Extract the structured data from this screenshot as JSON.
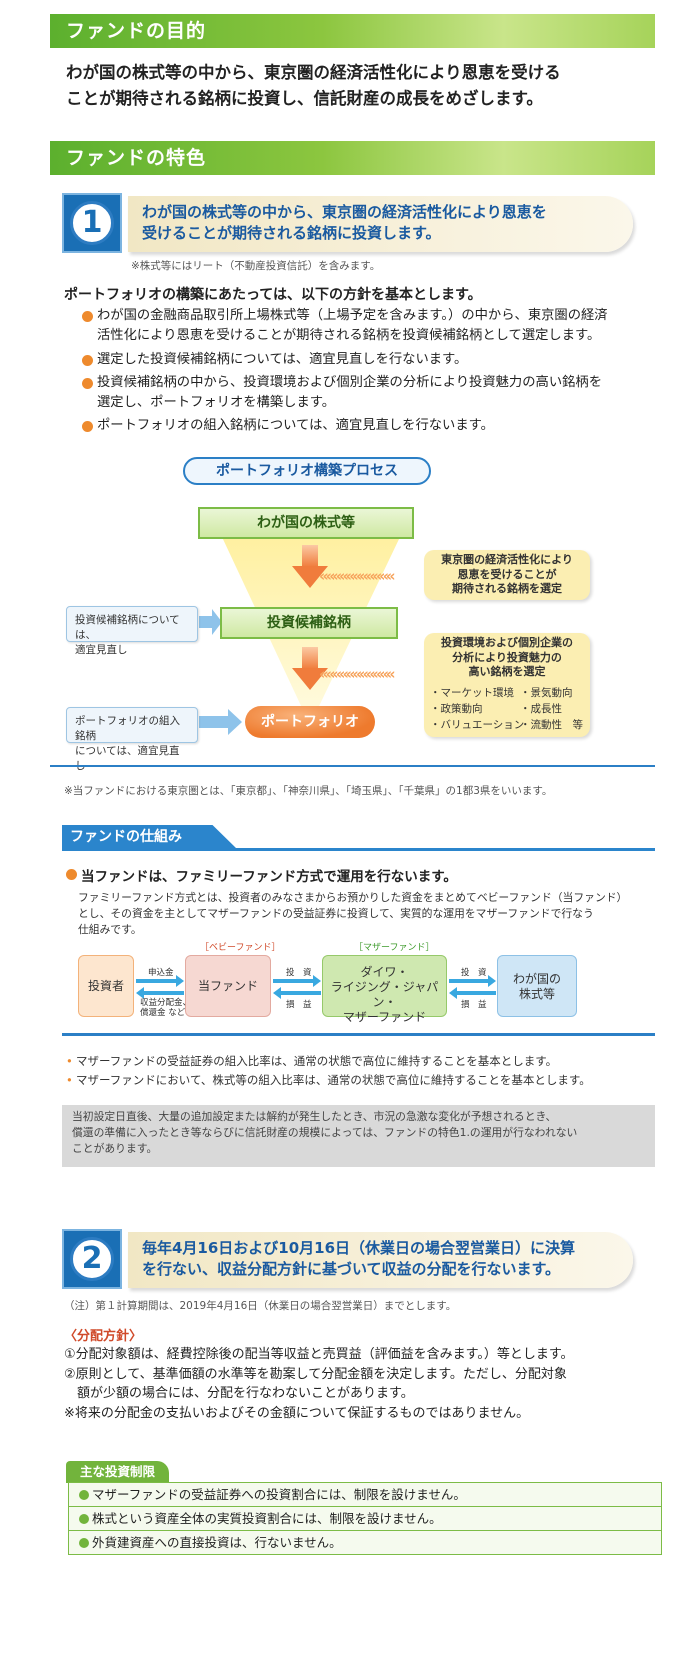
{
  "purpose": {
    "heading": "ファンドの目的",
    "line1": "わが国の株式等の中から、東京圏の経済活性化により恩恵を受ける",
    "line2": "ことが期待される銘柄に投資し、信託財産の成長をめざします。"
  },
  "features": {
    "heading": "ファンドの特色",
    "f1": {
      "number": "1",
      "line1": "わが国の株式等の中から、東京圏の経済活性化により恩恵を",
      "line2": "受けることが期待される銘柄に投資します。",
      "note": "※株式等にはリート（不動産投資信託）を含みます。"
    },
    "policy_title": "ポートフォリオの構築にあたっては、以下の方針を基本とします。",
    "bullets": [
      {
        "l1": "わが国の金融商品取引所上場株式等（上場予定を含みます。）の中から、東京圏の経済",
        "l2": "活性化により恩恵を受けることが期待される銘柄を投資候補銘柄として選定します。"
      },
      {
        "l1": "選定した投資候補銘柄については、適宜見直しを行ないます。",
        "l2": ""
      },
      {
        "l1": "投資候補銘柄の中から、投資環境および個別企業の分析により投資魅力の高い銘柄を",
        "l2": "選定し、ポートフォリオを構築します。"
      },
      {
        "l1": "ポートフォリオの組入銘柄については、適宜見直しを行ないます。",
        "l2": ""
      }
    ]
  },
  "process": {
    "title": "ポートフォリオ構築プロセス",
    "stage1": "わが国の株式等",
    "stage2": "投資候補銘柄",
    "stage3": "ポートフォリオ",
    "side1": {
      "l1": "東京圏の経済活性化により",
      "l2": "恩恵を受けることが",
      "l3": "期待される銘柄を選定"
    },
    "side2": {
      "l1": "投資環境および個別企業の",
      "l2": "分析により投資魅力の",
      "l3": "高い銘柄を選定"
    },
    "factors": [
      "・マーケット環境",
      "・景気動向",
      "・政策動向",
      "・成長性",
      "・バリュエーション",
      "・流動性　等"
    ],
    "left1": {
      "l1": "投資候補銘柄については、",
      "l2": "適宜見直し"
    },
    "left2": {
      "l1": "ポートフォリオの組入銘柄",
      "l2": "については、適宜見直し"
    }
  },
  "tokyo_note": "※当ファンドにおける東京圏とは、「東京都」、「神奈川県」、「埼玉県」、「千葉県」の1都3県をいいます。",
  "mechanism": {
    "tab": "ファンドの仕組み",
    "lead": "当ファンドは、ファミリーファンド方式で運用を行ないます。",
    "desc1": "ファミリーファンド方式とは、投資者のみなさまからお預かりした資金をまとめてベビーファンド（当ファンド）",
    "desc2": "とし、その資金を主としてマザーファンドの受益証券に投資して、実質的な運用をマザーファンドで行なう",
    "desc3": "仕組みです。",
    "baby_label": "［ベビーファンド］",
    "mother_label": "［マザーファンド］",
    "investor": "投資者",
    "this_fund": "当ファンド",
    "mother_fund_l1": "ダイワ・",
    "mother_fund_l2": "ライジング・ジャパン・",
    "mother_fund_l3": "マザーファンド",
    "stocks_l1": "わが国の",
    "stocks_l2": "株式等",
    "subscription": "申込金",
    "distribution_l1": "収益分配金、",
    "distribution_l2": "償還金 など",
    "invest1": "投　資",
    "profit1": "損　益",
    "invest2": "投　資",
    "profit2": "損　益"
  },
  "notes": [
    "マザーファンドの受益証券の組入比率は、通常の状態で高位に維持することを基本とします。",
    "マザーファンドにおいて、株式等の組入比率は、通常の状態で高位に維持することを基本とします。"
  ],
  "gray_note": {
    "l1": "当初設定日直後、大量の追加設定または解約が発生したとき、市況の急激な変化が予想されるとき、",
    "l2": "償還の準備に入ったとき等ならびに信託財産の規模によっては、ファンドの特色1.の運用が行なわれない",
    "l3": "ことがあります。"
  },
  "f2": {
    "number": "2",
    "line1": "毎年4月16日および10月16日（休業日の場合翌営業日）に決算",
    "line2": "を行ない、収益分配方針に基づいて収益の分配を行ないます。",
    "note": "（注）第１計算期間は、2019年4月16日（休業日の場合翌営業日）までとします。",
    "policy_title": "〈分配方針〉",
    "p1": "①分配対象額は、経費控除後の配当等収益と売買益（評価益を含みます。）等とします。",
    "p2a": "②原則として、基準価額の水準等を勘案して分配金額を決定します。ただし、分配対象",
    "p2b": "　額が少額の場合には、分配を行なわないことがあります。",
    "p3": "※将来の分配金の支払いおよびその金額について保証するものではありません。"
  },
  "restrictions": {
    "tab": "主な投資制限",
    "items": [
      "マザーファンドの受益証券への投資割合には、制限を設けません。",
      "株式という資産全体の実質投資割合には、制限を設けません。",
      "外貨建資産への直接投資は、行ないません。"
    ]
  },
  "colors": {
    "green": "#72b43c",
    "blue": "#1a6fb5",
    "orange": "#ee8a2d"
  }
}
